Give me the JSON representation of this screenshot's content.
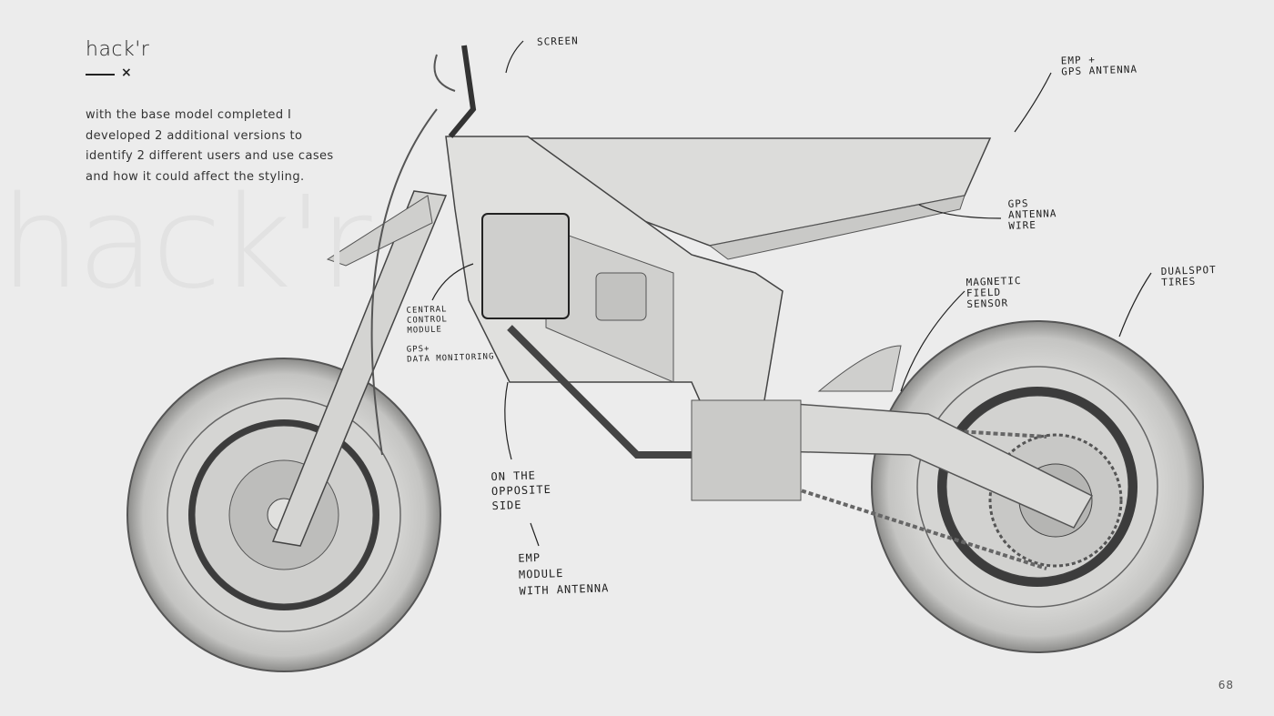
{
  "slide": {
    "watermark": "hack'r",
    "title": "hack'r",
    "close_symbol": "×",
    "description": "with the base model completed I developed 2 additional versions to identify 2 different users and use cases and how it could affect the styling.",
    "page_number": "68"
  },
  "annotations": {
    "screen": "SCREEN",
    "emp_gps_antenna": "EMP +\nGPS ANTENNA",
    "gps_antenna_wire": "GPS\nANTENNA\nWIRE",
    "magnetic_field_sensor": "MAGNETIC\nFIELD\nSENSOR",
    "dualsport_tires": "DUALSPOT\nTIRES",
    "central_control_module": "CENTRAL\nCONTROL\nMODULE",
    "gps_data_monitoring": "GPS+\nDATA MONITORING",
    "opposite_side": "ON THE\nOPPOSITE\nSIDE",
    "emp_module": "EMP\nMODULE\nWITH ANTENNA"
  }
}
